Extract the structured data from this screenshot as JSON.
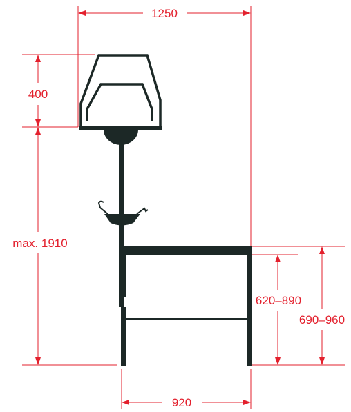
{
  "colors": {
    "dimension": "#e3202d",
    "structure": "#1c2826",
    "background": "#ffffff"
  },
  "dimensions": {
    "total_width": "1250",
    "shade_height": "400",
    "max_height": "max. 1910",
    "table_width": "920",
    "height_range_a": "620–890",
    "height_range_b": "690–960"
  }
}
